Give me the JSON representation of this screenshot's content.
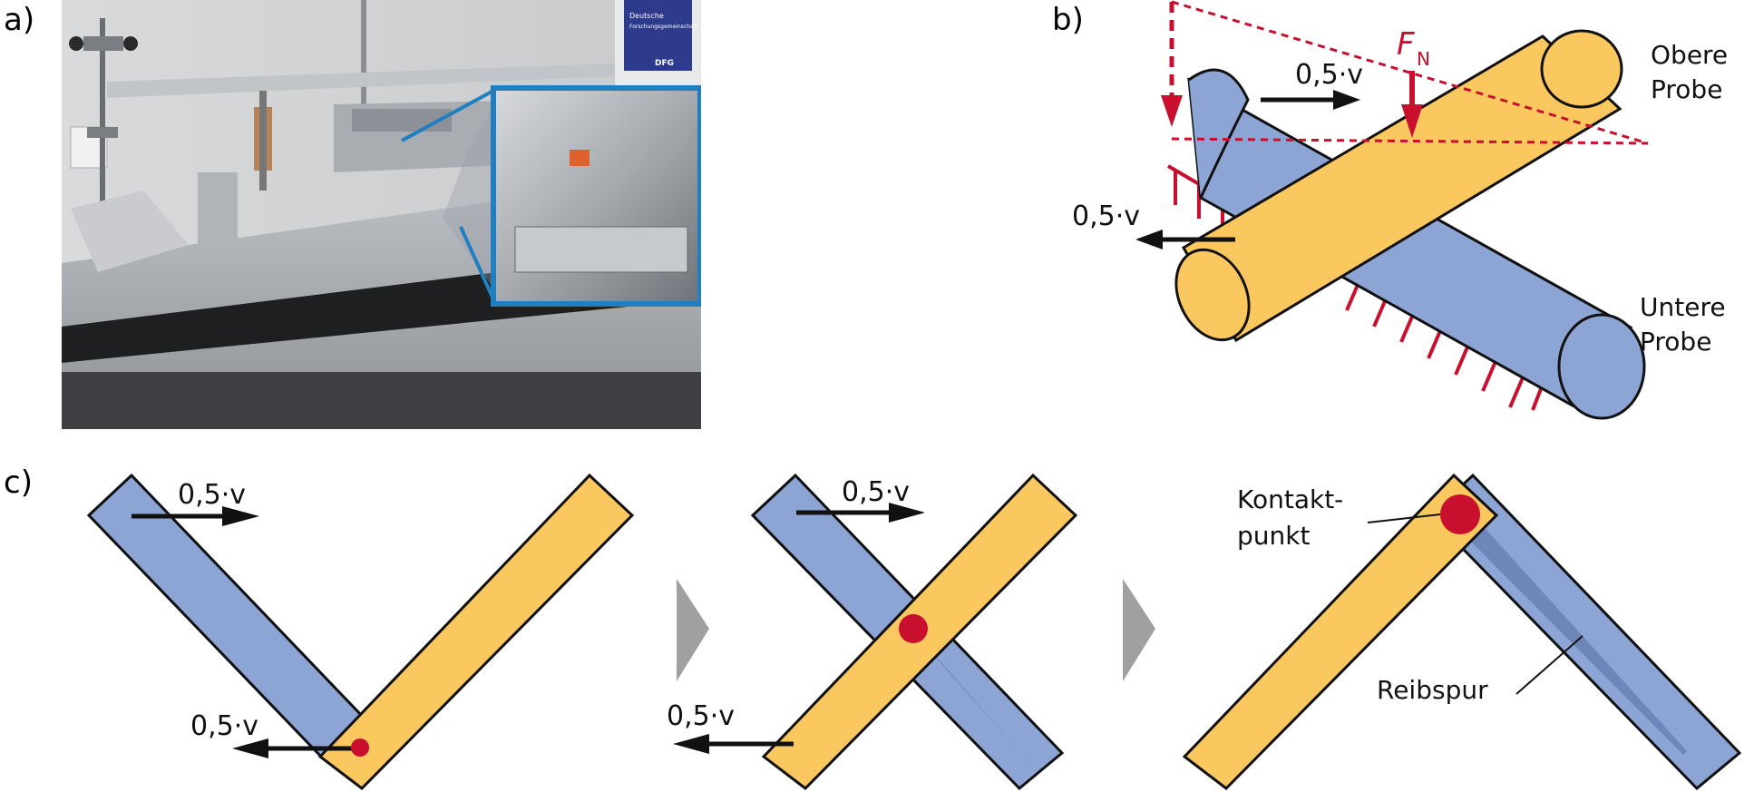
{
  "panels": {
    "a_label": "a)",
    "b_label": "b)",
    "c_label": "c)"
  },
  "photo": {
    "dfg_line1": "Deutsche",
    "dfg_line2": "Forschungsgemeinschaft",
    "dfg_logo": "DFG"
  },
  "diagram_b": {
    "velocity_upper": "0,5·v",
    "velocity_lower": "0,5·v",
    "force_symbol": "F",
    "force_subscript": "N",
    "upper_label_1": "Obere",
    "upper_label_2": "Probe",
    "lower_label_1": "Untere",
    "lower_label_2": "Probe"
  },
  "diagram_c": {
    "step1_velocity_top": "0,5·v",
    "step1_velocity_bottom": "0,5·v",
    "step2_velocity_top": "0,5·v",
    "step2_velocity_bottom": "0,5·v",
    "contact_label_1": "Kontakt-",
    "contact_label_2": "punkt",
    "track_label": "Reibspur"
  },
  "colors": {
    "blue": "#8ca5d5",
    "yellow": "#fbc860",
    "red": "#c8102e",
    "frame": "#1f7fc0",
    "outline": "#111111",
    "step_arrow": "#a0a0a0"
  }
}
